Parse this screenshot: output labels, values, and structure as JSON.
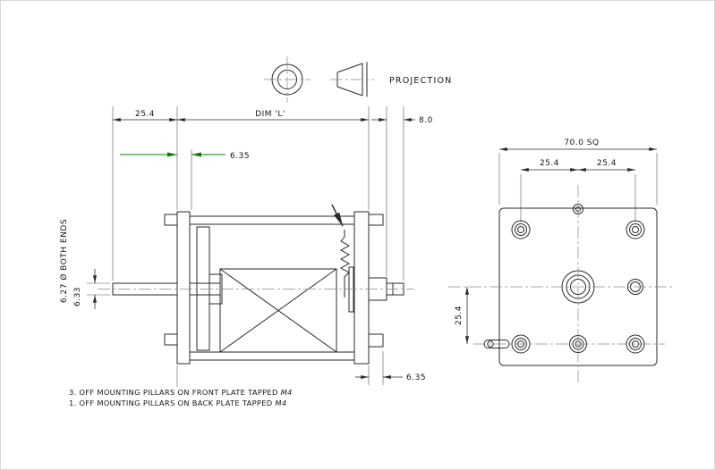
{
  "page": {
    "background": "#ffffff"
  },
  "projection": {
    "label": "PROJECTION"
  },
  "side_view": {
    "dim_left_offset": "25.4",
    "dim_length": "DIM 'L'",
    "dim_right_shaft": "8.0",
    "dim_plate_thickness": "6.35",
    "dim_shaft_dia_min": "6.27 Ø BOTH ENDS",
    "dim_shaft_dia_max": "6.33",
    "dim_pillar_protrusion": "6.35",
    "notes": [
      {
        "text": "3. OFF MOUNTING PILLARS ON FRONT PLATE TAPPED ",
        "spec": "M4"
      },
      {
        "text": "1. OFF MOUNTING PILLARS ON BACK PLATE TAPPED ",
        "spec": "M4"
      }
    ]
  },
  "front_view": {
    "dim_square": "70.0 SQ",
    "dim_hole_left": "25.4",
    "dim_hole_right": "25.4",
    "dim_hole_vertical": "25.4"
  },
  "colors": {
    "line": "#2a2a2a",
    "thin": "#555555",
    "centerline": "#8a8a8a",
    "dim_green": "#007f00",
    "background": "#ffffff"
  }
}
